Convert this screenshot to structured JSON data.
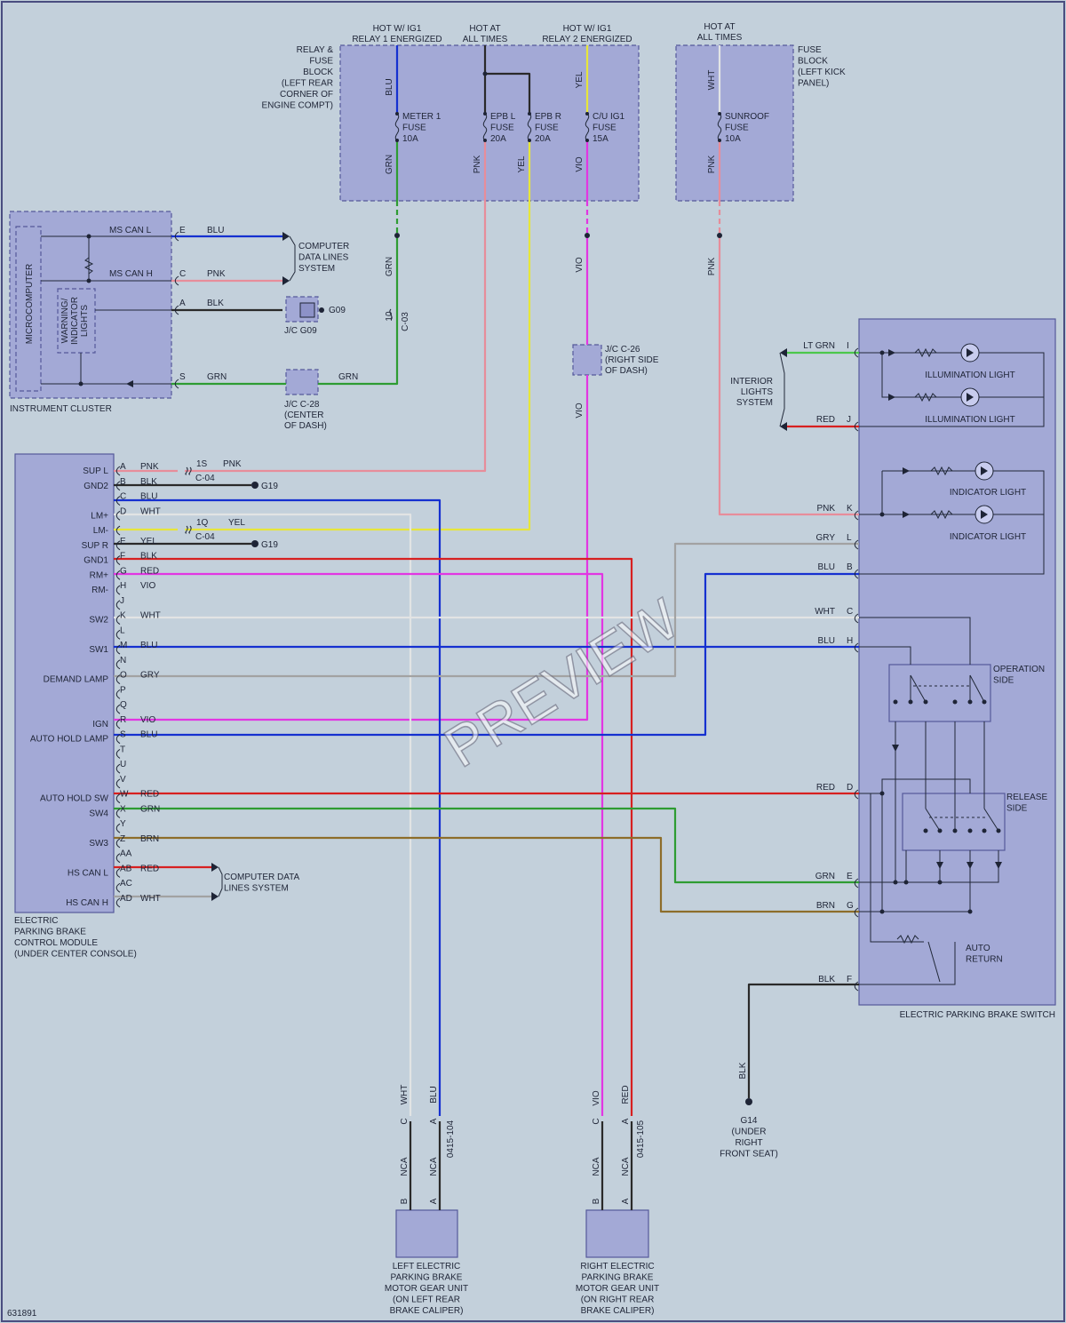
{
  "wire_colors": {
    "BLU": "#1530d0",
    "GRN": "#2e9c32",
    "PNK": "#e78d9a",
    "YEL": "#e7e63a",
    "VIO": "#e236e2",
    "WHT": "#e2e4e4",
    "BLK": "#2a2a2a",
    "RED": "#d72020",
    "GRY": "#a2a2a2",
    "BRN": "#8d6d2a",
    "LTGRN": "#4bc84b"
  },
  "fuse_block_relay": {
    "label": [
      "RELAY &",
      "FUSE",
      "BLOCK",
      "(LEFT REAR",
      "CORNER OF",
      "ENGINE COMPT)"
    ],
    "hot1": [
      "HOT W/ IG1",
      "RELAY 1 ENERGIZED"
    ],
    "hot2": [
      "HOT AT",
      "ALL TIMES"
    ],
    "hot3": [
      "HOT W/ IG1",
      "RELAY 2 ENERGIZED"
    ],
    "fuses": [
      {
        "lines": [
          "METER 1",
          "FUSE",
          "10A"
        ]
      },
      {
        "lines": [
          "EPB L",
          "FUSE",
          "20A"
        ]
      },
      {
        "lines": [
          "EPB R",
          "FUSE",
          "20A"
        ]
      },
      {
        "lines": [
          "C/U IG1",
          "FUSE",
          "15A"
        ]
      }
    ]
  },
  "fuse_block_kick": {
    "label": [
      "FUSE",
      "BLOCK",
      "(LEFT KICK",
      "PANEL)"
    ],
    "hot": [
      "HOT AT",
      "ALL TIMES"
    ],
    "fuse": [
      "SUNROOF",
      "FUSE",
      "10A"
    ]
  },
  "wire_labels": {
    "blu": "BLU",
    "grn": "GRN",
    "pnk": "PNK",
    "yel": "YEL",
    "vio": "VIO",
    "wht": "WHT",
    "blk": "BLK",
    "red": "RED",
    "gry": "GRY",
    "brn": "BRN",
    "ltgrn": "LT GRN"
  },
  "instrument_cluster": {
    "label": "INSTRUMENT CLUSTER",
    "microcomputer": "MICROCOMPUTER",
    "warning_lights": [
      "WARNING/",
      "INDICATOR",
      "LIGHTS"
    ],
    "ms_can_l": "MS CAN L",
    "ms_can_h": "MS CAN H",
    "pins": [
      "E",
      "C",
      "A",
      "S"
    ]
  },
  "computer_data_lines": [
    "COMPUTER",
    "DATA LINES",
    "SYSTEM"
  ],
  "computer_data_lines_2": [
    "COMPUTER DATA",
    "LINES SYSTEM"
  ],
  "ground_g09": "G09",
  "jc_g09": "J/C G09",
  "jc_c28": [
    "J/C C-28",
    "(CENTER",
    "OF DASH)"
  ],
  "jc_c26": [
    "J/C C-26",
    "(RIGHT SIDE",
    "OF DASH)"
  ],
  "conn_c03": [
    "10",
    "C-03"
  ],
  "epb_module": {
    "label": [
      "ELECTRIC",
      "PARKING BRAKE",
      "CONTROL MODULE",
      "(UNDER CENTER CONSOLE)"
    ],
    "pins": [
      {
        "pin": "A",
        "name": "SUP L",
        "wire": "PNK"
      },
      {
        "pin": "B",
        "name": "GND2",
        "wire": "BLK"
      },
      {
        "pin": "C",
        "name": "",
        "wire": "BLU"
      },
      {
        "pin": "D",
        "name": "LM+",
        "wire": "WHT"
      },
      {
        "pin": "",
        "name": "LM-",
        "wire": ""
      },
      {
        "pin": "E",
        "name": "SUP R",
        "wire": "YEL"
      },
      {
        "pin": "F",
        "name": "GND1",
        "wire": "BLK"
      },
      {
        "pin": "G",
        "name": "RM+",
        "wire": "RED"
      },
      {
        "pin": "H",
        "name": "RM-",
        "wire": "VIO"
      },
      {
        "pin": "J",
        "name": "",
        "wire": ""
      },
      {
        "pin": "K",
        "name": "SW2",
        "wire": "WHT"
      },
      {
        "pin": "L",
        "name": "",
        "wire": ""
      },
      {
        "pin": "M",
        "name": "SW1",
        "wire": "BLU"
      },
      {
        "pin": "N",
        "name": "",
        "wire": ""
      },
      {
        "pin": "O",
        "name": "DEMAND LAMP",
        "wire": "GRY"
      },
      {
        "pin": "P",
        "name": "",
        "wire": ""
      },
      {
        "pin": "Q",
        "name": "",
        "wire": ""
      },
      {
        "pin": "R",
        "name": "IGN",
        "wire": "VIO"
      },
      {
        "pin": "S",
        "name": "AUTO HOLD LAMP",
        "wire": "BLU"
      },
      {
        "pin": "T",
        "name": "",
        "wire": ""
      },
      {
        "pin": "U",
        "name": "",
        "wire": ""
      },
      {
        "pin": "V",
        "name": "",
        "wire": ""
      },
      {
        "pin": "W",
        "name": "AUTO HOLD SW",
        "wire": "RED"
      },
      {
        "pin": "X",
        "name": "SW4",
        "wire": "GRN"
      },
      {
        "pin": "Y",
        "name": "",
        "wire": ""
      },
      {
        "pin": "Z",
        "name": "SW3",
        "wire": "BRN"
      },
      {
        "pin": "AA",
        "name": "",
        "wire": ""
      },
      {
        "pin": "AB",
        "name": "HS CAN L",
        "wire": "RED"
      },
      {
        "pin": "AC",
        "name": "",
        "wire": ""
      },
      {
        "pin": "AD",
        "name": "HS CAN H",
        "wire": "WHT"
      }
    ]
  },
  "splice_1s": "1S",
  "splice_1q": "1Q",
  "conn_c04": "C-04",
  "ground_g19": "G19",
  "interior_lights": [
    "INTERIOR",
    "LIGHTS",
    "SYSTEM"
  ],
  "epb_switch": {
    "label": "ELECTRIC PARKING BRAKE SWITCH",
    "illumination_light": "ILLUMINATION LIGHT",
    "indicator_light": "INDICATOR LIGHT",
    "operation_side": [
      "OPERATION",
      "SIDE"
    ],
    "release_side": [
      "RELEASE",
      "SIDE"
    ],
    "auto_return": [
      "AUTO",
      "RETURN"
    ],
    "pins": [
      "I",
      "J",
      "K",
      "L",
      "B",
      "C",
      "H",
      "D",
      "E",
      "G",
      "F"
    ]
  },
  "ground_g14": [
    "G14",
    "(UNDER",
    "RIGHT",
    "FRONT SEAT)"
  ],
  "left_motor": {
    "label": [
      "LEFT ELECTRIC",
      "PARKING BRAKE",
      "MOTOR GEAR UNIT",
      "(ON LEFT REAR",
      "BRAKE CALIPER)"
    ],
    "conn": "0415-104"
  },
  "right_motor": {
    "label": [
      "RIGHT ELECTRIC",
      "PARKING BRAKE",
      "MOTOR GEAR UNIT",
      "(ON RIGHT REAR",
      "BRAKE CALIPER)"
    ],
    "conn": "0415-105"
  },
  "motor_pins": {
    "a": "A",
    "b": "B",
    "c": "C",
    "nca": "NCA"
  },
  "figure_id": "631891",
  "watermark": "PREVIEW"
}
